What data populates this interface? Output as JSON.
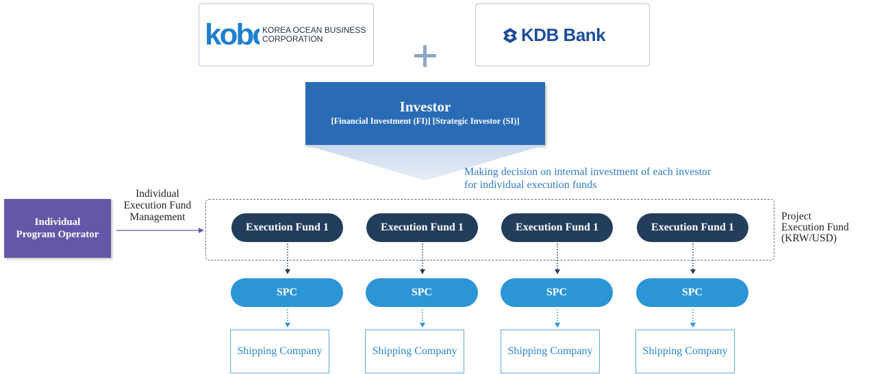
{
  "logos": {
    "kobc": {
      "mark": "kobc",
      "line1": "KOREA OCEAN BUSINESS",
      "line2": "CORPORATION",
      "color": "#1f7fcf"
    },
    "kdb": {
      "text": "KDB Bank",
      "color": "#1e4d9b"
    }
  },
  "investor": {
    "title": "Investor",
    "subtitle": "[Financial Investment (FI)] [Strategic Investor (SI)]"
  },
  "decision": {
    "line1": "Making decision on internal investment of each investor",
    "line2": "for individual execution funds"
  },
  "operator": {
    "line1": "Individual",
    "line2": "Program Operator"
  },
  "management": {
    "line1": "Individual",
    "line2": "Execution Fund",
    "line3": "Management"
  },
  "project_fund": {
    "line1": "Project",
    "line2": "Execution Fund",
    "line3": "(KRW/USD)"
  },
  "columns": [
    {
      "fund": "Execution Fund 1",
      "spc": "SPC",
      "company": "Shipping Company"
    },
    {
      "fund": "Execution Fund 1",
      "spc": "SPC",
      "company": "Shipping Company"
    },
    {
      "fund": "Execution Fund 1",
      "spc": "SPC",
      "company": "Shipping Company"
    },
    {
      "fund": "Execution Fund 1",
      "spc": "SPC",
      "company": "Shipping Company"
    }
  ],
  "colors": {
    "investor": "#2a6bb5",
    "operator": "#6358a8",
    "fund": "#233d5c",
    "spc": "#2b95d6",
    "company_border": "#5aa8de",
    "decision_text": "#2f7bc8",
    "plus": "#8fa6c6"
  }
}
